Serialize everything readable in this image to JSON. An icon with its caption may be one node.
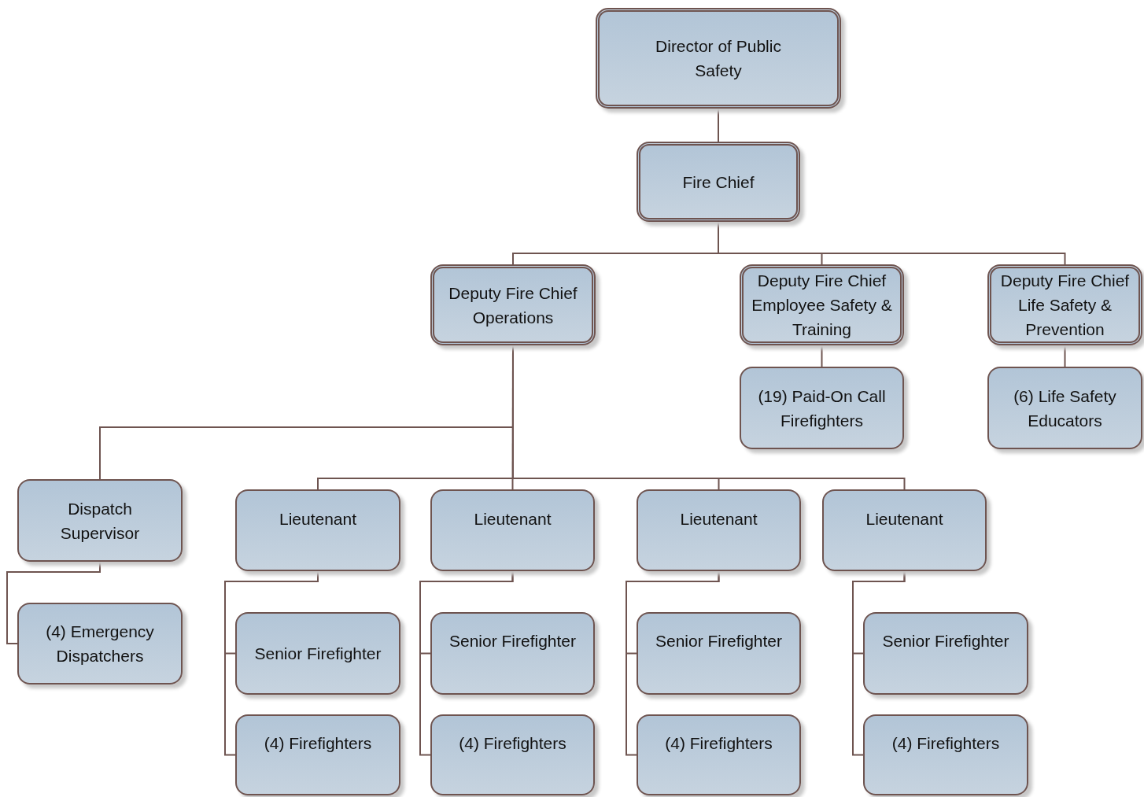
{
  "diagram": {
    "nodes": [
      {
        "text": [
          "Director of Public Safety"
        ]
      },
      {
        "text": [
          "Fire Chief"
        ]
      },
      {
        "text": [
          "Deputy Fire Chief Operations"
        ]
      },
      {
        "text": [
          "Deputy Fire Chief Employee Safety & Training"
        ]
      },
      {
        "text": [
          "Deputy Fire Chief Life Safety & Prevention"
        ]
      },
      {
        "text": [
          "(19) Paid-On Call Firefighters"
        ]
      },
      {
        "text": [
          "(6) Life Safety Educators"
        ]
      },
      {
        "text": [
          "Dispatch Supervisor"
        ]
      },
      {
        "text": [
          "(4) Emergency Dispatchers"
        ]
      },
      {
        "text": [
          "Lieutenant"
        ]
      },
      {
        "text": [
          "Lieutenant"
        ]
      },
      {
        "text": [
          "Lieutenant"
        ]
      },
      {
        "text": [
          "Lieutenant"
        ]
      },
      {
        "text": [
          "Senior Firefighter"
        ]
      },
      {
        "text": [
          "(4) Firefighters"
        ]
      },
      {
        "text": [
          "Senior Firefighter"
        ]
      },
      {
        "text": [
          "(4) Firefighters"
        ]
      },
      {
        "text": [
          "Senior Firefighter"
        ]
      },
      {
        "text": [
          "(4) Firefighters"
        ]
      },
      {
        "text": [
          "Senior Firefighter"
        ]
      },
      {
        "text": [
          "(4) Firefighters"
        ]
      }
    ],
    "edges": [
      {
        "from": 0,
        "to": 1,
        "arrow": "none"
      },
      {
        "from": 1,
        "to": 2,
        "arrow": "none"
      },
      {
        "from": 1,
        "to": 3,
        "arrow": "none"
      },
      {
        "from": 1,
        "to": 4,
        "arrow": "none"
      },
      {
        "from": 3,
        "to": 5,
        "arrow": "none"
      },
      {
        "from": 4,
        "to": 6,
        "arrow": "none"
      },
      {
        "from": 2,
        "to": 7,
        "arrow": "none"
      },
      {
        "from": 2,
        "to": 9,
        "arrow": "none"
      },
      {
        "from": 2,
        "to": 10,
        "arrow": "none"
      },
      {
        "from": 2,
        "to": 11,
        "arrow": "none"
      },
      {
        "from": 2,
        "to": 12,
        "arrow": "none"
      },
      {
        "from": 7,
        "to": 8,
        "arrow": "none"
      },
      {
        "from": 9,
        "to": 13,
        "arrow": "none"
      },
      {
        "from": 9,
        "to": 14,
        "arrow": "none"
      },
      {
        "from": 10,
        "to": 15,
        "arrow": "none"
      },
      {
        "from": 10,
        "to": 16,
        "arrow": "none"
      },
      {
        "from": 11,
        "to": 17,
        "arrow": "none"
      },
      {
        "from": 11,
        "to": 18,
        "arrow": "none"
      },
      {
        "from": 12,
        "to": 19,
        "arrow": "none"
      },
      {
        "from": 12,
        "to": 20,
        "arrow": "none"
      }
    ]
  }
}
